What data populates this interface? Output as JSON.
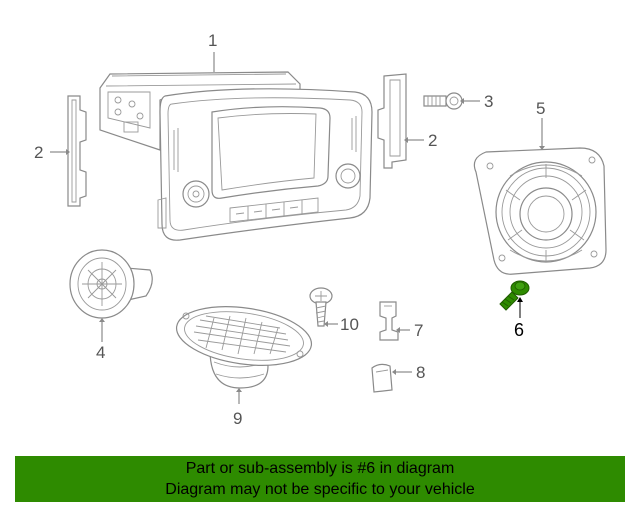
{
  "callouts": {
    "c1": "1",
    "c2a": "2",
    "c2b": "2",
    "c3": "3",
    "c4": "4",
    "c5": "5",
    "c6": "6",
    "c7": "7",
    "c8": "8",
    "c9": "9",
    "c10": "10"
  },
  "highlight": {
    "part_number": "6",
    "color": "#2e8b00"
  },
  "banner": {
    "line1": "Part or sub-assembly is #6 in diagram",
    "line2": "Diagram may not be specific to your vehicle",
    "background": "#2e8b00"
  }
}
